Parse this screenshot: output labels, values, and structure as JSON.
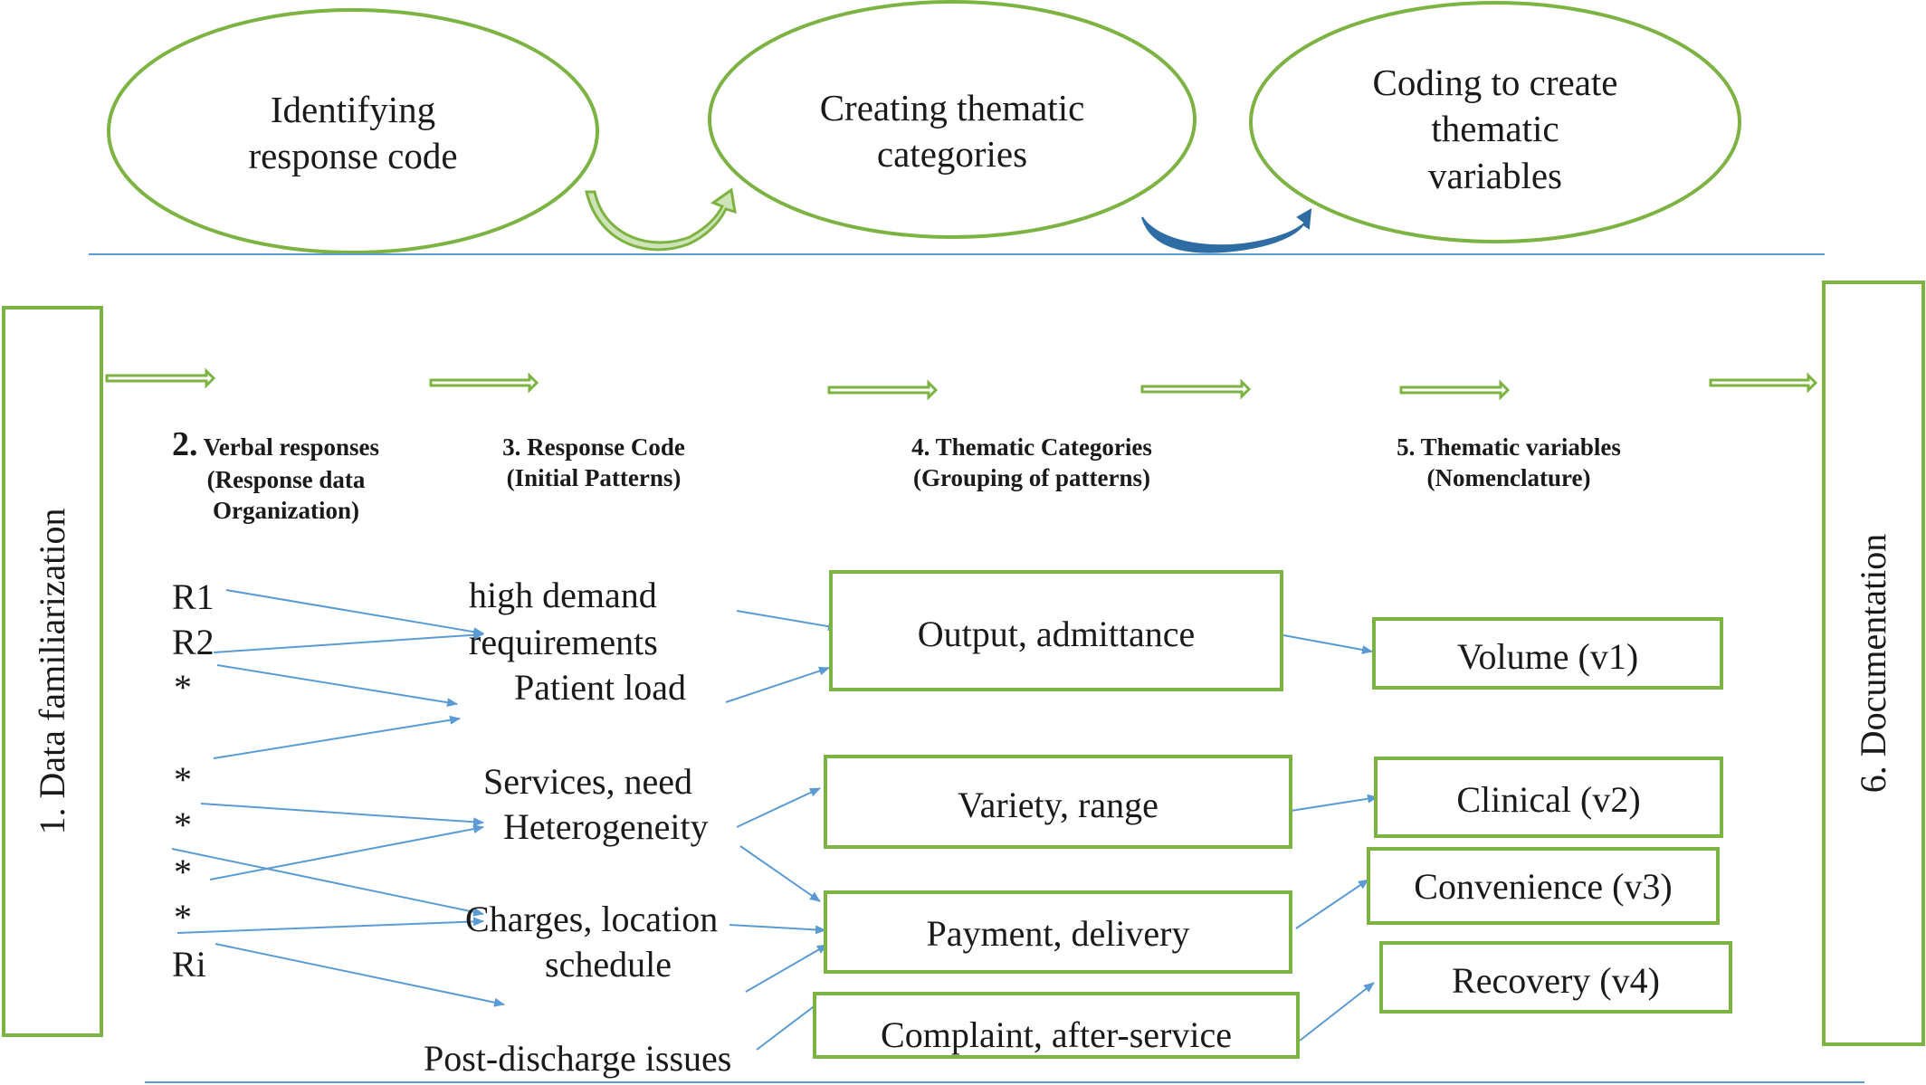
{
  "top_process": {
    "step1": {
      "line1": "Identifying",
      "line2": "response code"
    },
    "step2": {
      "line1": "Creating thematic",
      "line2": "categories"
    },
    "step3": {
      "line1": "Coding to create",
      "line2": "thematic",
      "line3": "variables"
    },
    "colors": {
      "green": "#7cb342",
      "blue_arrow": "#2e6da4",
      "divider": "#5b9bd5"
    }
  },
  "side_boxes": {
    "left": "1.   Data familiarization",
    "right": "6. Documentation"
  },
  "column_headers": {
    "col2": {
      "num": "2.",
      "line1": "Verbal responses",
      "line2": "(Response data",
      "line3": "Organization)"
    },
    "col3": {
      "line1": "3. Response Code",
      "line2": "(Initial Patterns)"
    },
    "col4": {
      "line1": "4.   Thematic Categories",
      "line2": "(Grouping of patterns)"
    },
    "col5": {
      "line1": "5. Thematic variables",
      "line2": "(Nomenclature)"
    }
  },
  "responses": [
    "R1",
    "R2",
    "*",
    "*",
    "*",
    "*",
    "*",
    "Ri"
  ],
  "response_codes": [
    "high demand",
    "requirements",
    "Patient load",
    "Services, need",
    "Heterogeneity",
    "Charges, location",
    "schedule",
    "Post-discharge issues"
  ],
  "thematic_categories": [
    "Output, admittance",
    "Variety, range",
    "Payment, delivery",
    "Complaint, after-service"
  ],
  "thematic_variables": [
    "Volume (v1)",
    "Clinical (v2)",
    "Convenience (v3)",
    "Recovery (v4)"
  ],
  "arrow_colors": {
    "connector": "#5b9bd5",
    "flow": "#7cb342"
  }
}
